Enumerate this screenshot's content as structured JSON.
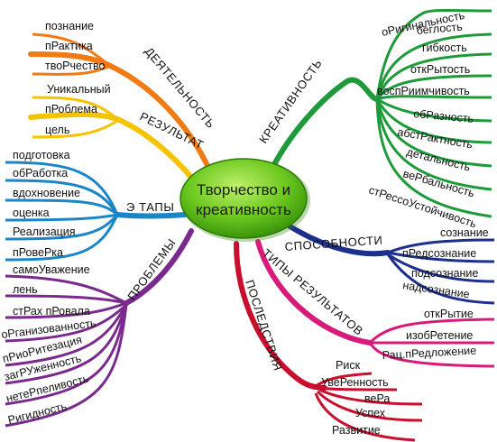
{
  "center": {
    "line1": "Творчество и",
    "line2": "креативность"
  },
  "branches": [
    {
      "key": "deyatelnost",
      "label": "ДЕЯТЕЛЬНОСТЬ",
      "color": "#f07a14",
      "items": [
        "познание",
        "пРактика",
        "твоРчество"
      ]
    },
    {
      "key": "rezultat",
      "label": "РЕЗУЛЬТАТ",
      "color": "#f5c400",
      "items": [
        "Уникальный",
        "пРоблема",
        "цель"
      ]
    },
    {
      "key": "etapy",
      "label": "Э ТАПЫ",
      "color": "#1a86c8",
      "items": [
        "подготовка",
        "обРаботка",
        "вдохновение",
        "оценка",
        "Реализация",
        "пРовеРка"
      ]
    },
    {
      "key": "problemy",
      "label": "ПРОБЛЕМЫ",
      "color": "#7a2a8c",
      "items": [
        "самоУважение",
        "лень",
        "стРах пРовала",
        "оРганизованность",
        "пРиоРитезация",
        "загРУженность",
        "нетеРпеливость",
        "Ригидность"
      ]
    },
    {
      "key": "kreativnost",
      "label": "КРЕАТИВНОСТЬ",
      "color": "#1e9a3a",
      "items": [
        "оРигинальность",
        "беглость",
        "гибкость",
        "откРытость",
        "воспРиимчивость",
        "обРазность",
        "абстРактность",
        "детальность",
        "веРбальность",
        "стРессоУстойчивость"
      ]
    },
    {
      "key": "sposobnosti",
      "label": "СПОСОБНОСТИ",
      "color": "#1c2f8c",
      "items": [
        "сознание",
        "пРедсознание",
        "подсознание",
        "надсознание"
      ]
    },
    {
      "key": "tipy",
      "label": "ТИПЫ РЕЗУЛЬТАТОВ",
      "color": "#d81b7a",
      "items": [
        "откРытие",
        "изобРетение",
        "Рац.пРедложение"
      ]
    },
    {
      "key": "posledstviya",
      "label": "ПОСЛЕДСТВИЯ",
      "color": "#c8102e",
      "items": [
        "Риск",
        "УвеРенность",
        "веРа",
        "Успех",
        "Развитие"
      ]
    }
  ]
}
